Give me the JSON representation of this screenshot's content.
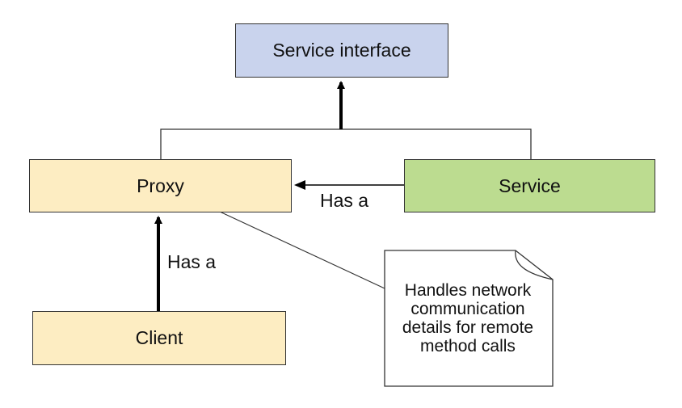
{
  "nodes": {
    "service_interface": "Service interface",
    "proxy": "Proxy",
    "service": "Service",
    "client": "Client"
  },
  "edges": {
    "service_to_proxy": "Has a",
    "client_to_proxy": "Has a"
  },
  "note": {
    "lines": [
      "Handles network",
      "communication",
      "details for remote",
      "method calls"
    ]
  },
  "colors": {
    "service_interface_fill": "#c9d3ed",
    "proxy_fill": "#fdedc2",
    "client_fill": "#fdedc2",
    "service_fill": "#bcdc90",
    "stroke": "#333333"
  }
}
